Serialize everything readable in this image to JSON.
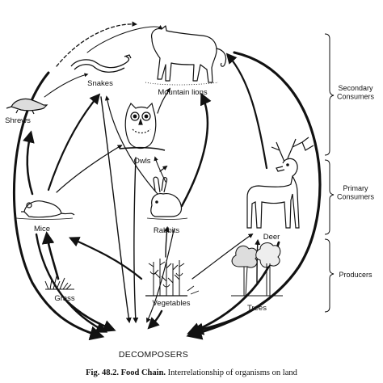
{
  "organisms": {
    "mountain_lions": "Mountain lions",
    "snakes": "Snakes",
    "shrews": "Shrews",
    "owls": "Owls",
    "mice": "Mice",
    "rabbits": "Rabbits",
    "deer": "Deer",
    "grass": "Grass",
    "vegetables": "Vegetables",
    "trees": "Trees",
    "decomposers": "DECOMPOSERS"
  },
  "trophic_levels": {
    "secondary": "Secondary\nConsumers",
    "primary": "Primary\nConsumers",
    "producers": "Producers"
  },
  "caption": {
    "figure": "Fig. 48.2. Food Chain.",
    "text": "Interrelationship of organisms on land"
  },
  "colors": {
    "ink": "#111111",
    "background": "#ffffff"
  }
}
